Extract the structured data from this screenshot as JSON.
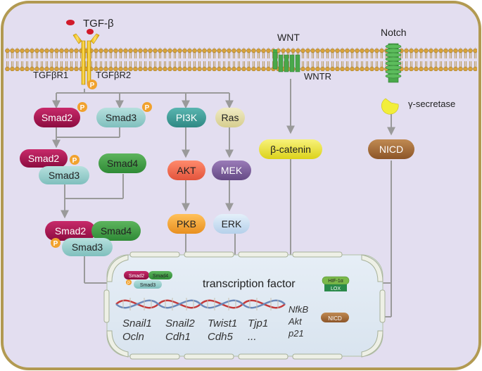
{
  "receptors": {
    "tgf_ligand": "TGF-β",
    "tgf_r1": "TGFβR1",
    "tgf_r2": "TGFβR2",
    "wnt": "WNT",
    "wntr": "WNTR",
    "notch": "Notch",
    "gamma_secretase": "γ-secretase"
  },
  "nodes": {
    "smad2": "Smad2",
    "smad3": "Smad3",
    "smad4": "Smad4",
    "pi3k": "PI3K",
    "ras": "Ras",
    "akt": "AKT",
    "mek": "MEK",
    "pkb": "PKB",
    "erk": "ERK",
    "beta_catenin": "β-catenin",
    "nicd": "NICD",
    "phospho": "P"
  },
  "nucleus": {
    "transcription_factor": "transcription factor",
    "hif": "HIF-1α",
    "lox": "LOX",
    "nicd": "NICD",
    "genes_row1": [
      "Snail1",
      "Snail2",
      "Twist1",
      "Tjp1"
    ],
    "genes_row2": [
      "Ocln",
      "Cdh1",
      "Cdh5",
      "..."
    ],
    "genes_right": [
      "NfkB",
      "Akt",
      "p21"
    ]
  },
  "colors": {
    "cell_fill": "#e3def0",
    "cell_border": "#b29a52",
    "smad2": "#a3124e",
    "smad3": "#8ccac8",
    "smad4": "#3f9a44",
    "pi3k": "#3e9a96",
    "ras": "#e4dca6",
    "akt": "#f26a50",
    "mek": "#7a5c9a",
    "pkb": "#f5a83a",
    "erk": "#cde1f3",
    "beta_catenin": "#eee63a",
    "nicd": "#a66d3a",
    "phospho": "#f1a22e",
    "arrow": "#9a9a9a"
  }
}
